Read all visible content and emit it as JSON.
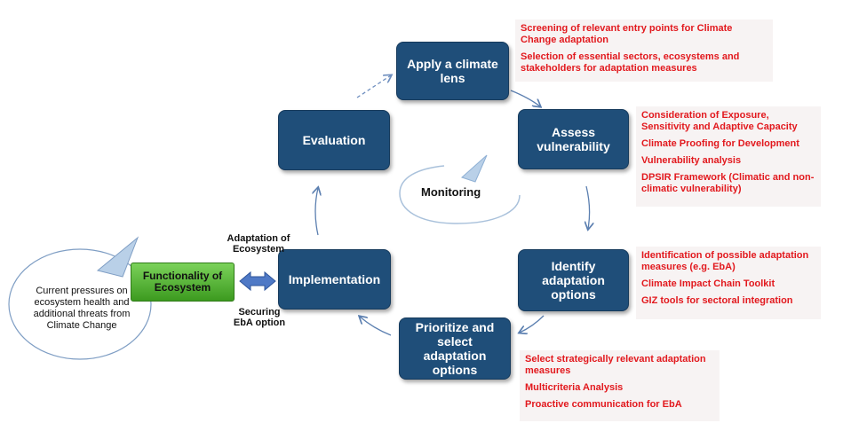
{
  "steps": {
    "apply": "Apply a climate\nlens",
    "assess": "Assess\nvulnerability",
    "identify": "Identify\nadaptation\noptions",
    "prioritize": "Prioritize and\nselect\nadaptation\noptions",
    "implementation": "Implementation",
    "evaluation": "Evaluation"
  },
  "monitoring": "Monitoring",
  "functionality": "Functionality of\nEcosystem",
  "adaptation_label": "Adaptation of\nEcosystem",
  "securing_label": "Securing\nEbA option",
  "pressure_text": "Current pressures on ecosystem health and additional threats from Climate Change",
  "notes": {
    "apply": [
      "Screening of relevant entry points for Climate Change adaptation",
      "Selection of essential sectors, ecosystems and stakeholders for adaptation measures"
    ],
    "assess": [
      "Consideration of Exposure, Sensitivity and Adaptive Capacity",
      "Climate Proofing for Development",
      "Vulnerability analysis",
      "DPSIR Framework (Climatic and non-climatic vulnerability)"
    ],
    "identify": [
      "Identification of possible adaptation measures (e.g. EbA)",
      "Climate Impact Chain Toolkit",
      "GIZ tools for sectoral integration"
    ],
    "prioritize": [
      "Select strategically relevant adaptation measures",
      "Multicriteria Analysis",
      "Proactive communication for EbA"
    ]
  },
  "colors": {
    "step_fill": "#1f4e79",
    "note_text": "#e2191e",
    "arrow": "#7f9ec4",
    "functionality_fill": "#5cb83a"
  }
}
